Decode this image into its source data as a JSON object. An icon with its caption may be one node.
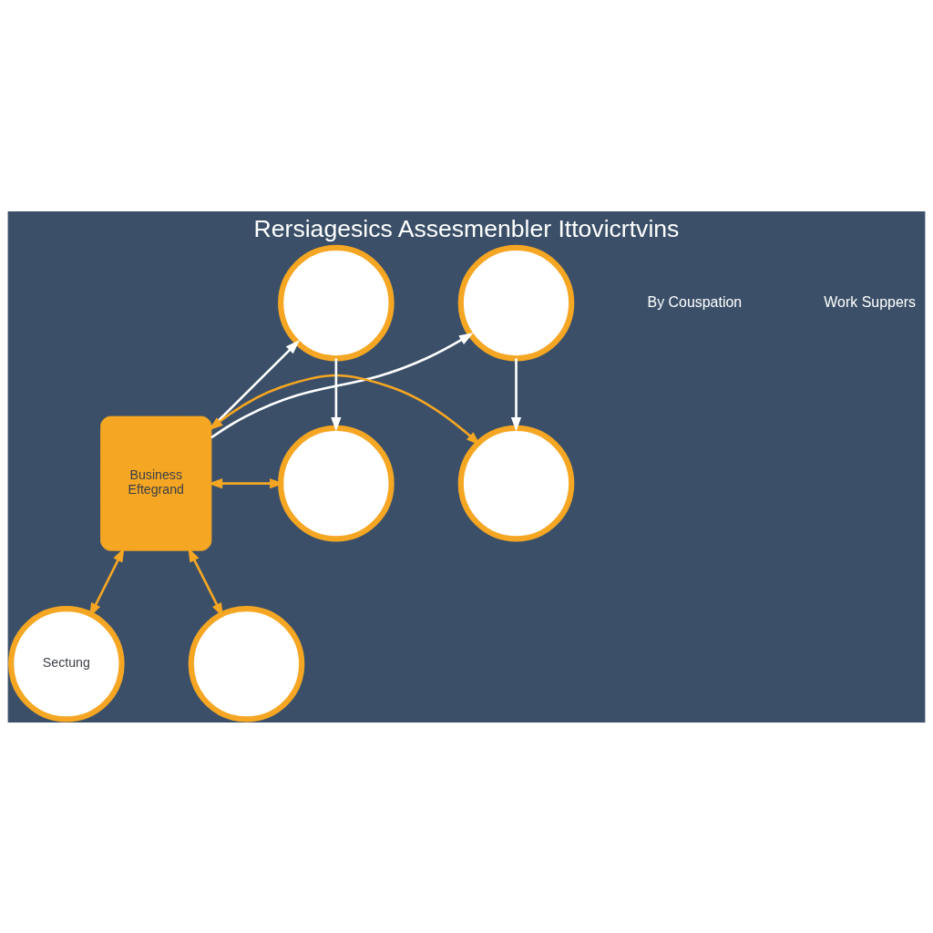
{
  "diagram": {
    "title": "Rersiagesics Assesmenbler Ittovicrtvins",
    "nodes": [
      {
        "text": [
          "Business",
          "Eftegrand"
        ]
      },
      {
        "text": [],
        "shape": "circle"
      },
      {
        "text": [],
        "shape": "circle"
      },
      {
        "text": [],
        "shape": "circle"
      },
      {
        "text": [],
        "shape": "circle"
      },
      {
        "text": [
          "Sectung"
        ]
      },
      {
        "text": [],
        "shape": "circle"
      }
    ],
    "edges": [
      {
        "from": 0,
        "to": 1,
        "arrow": "to"
      },
      {
        "from": 0,
        "to": 2,
        "arrow": "to"
      },
      {
        "from": 1,
        "to": 3,
        "arrow": "to"
      },
      {
        "from": 2,
        "to": 4,
        "arrow": "to"
      },
      {
        "from": 0,
        "to": 3,
        "arrow": "both",
        "color": "#f5a623"
      },
      {
        "from": 0,
        "to": 4,
        "arrow": "both",
        "color": "#f5a623"
      },
      {
        "from": 0,
        "to": 5,
        "arrow": "both",
        "color": "#f5a623"
      },
      {
        "from": 0,
        "to": 6,
        "arrow": "both",
        "color": "#f5a623"
      }
    ],
    "labels": [
      "By Couspation",
      "Work Suppers"
    ]
  }
}
